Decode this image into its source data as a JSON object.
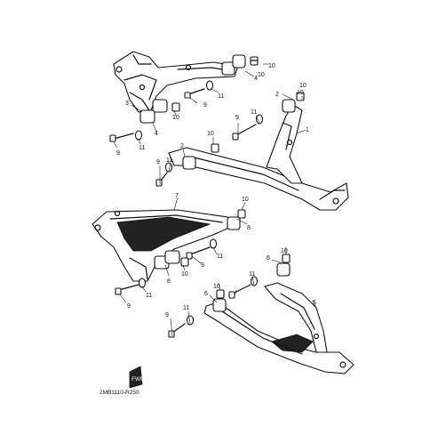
{
  "diagram": {
    "code_label": "2MB1110-R250",
    "fwd_label": "FWD",
    "callouts": {
      "c1": "1",
      "c2a": "2",
      "c2b": "2",
      "c3": "3",
      "c4a": "4",
      "c4b": "4",
      "c5": "5",
      "c6a": "6",
      "c6b": "6",
      "c7": "7",
      "c8a": "8",
      "c8b": "8",
      "c9a": "9",
      "c9b": "9",
      "c9c": "9",
      "c9d": "9",
      "c9e": "9",
      "c9f": "9",
      "c9g": "9",
      "c10a": "10",
      "c10b": "10",
      "c10c": "10",
      "c10d": "10",
      "c10e": "10",
      "c10f": "10",
      "c10g": "10",
      "c10h": "10",
      "c10i": "10",
      "c10j": "10",
      "c11a": "11",
      "c11b": "11",
      "c11c": "11",
      "c11d": "11",
      "c11e": "11",
      "c11f": "11",
      "c11g": "11",
      "c11h": "11"
    }
  }
}
